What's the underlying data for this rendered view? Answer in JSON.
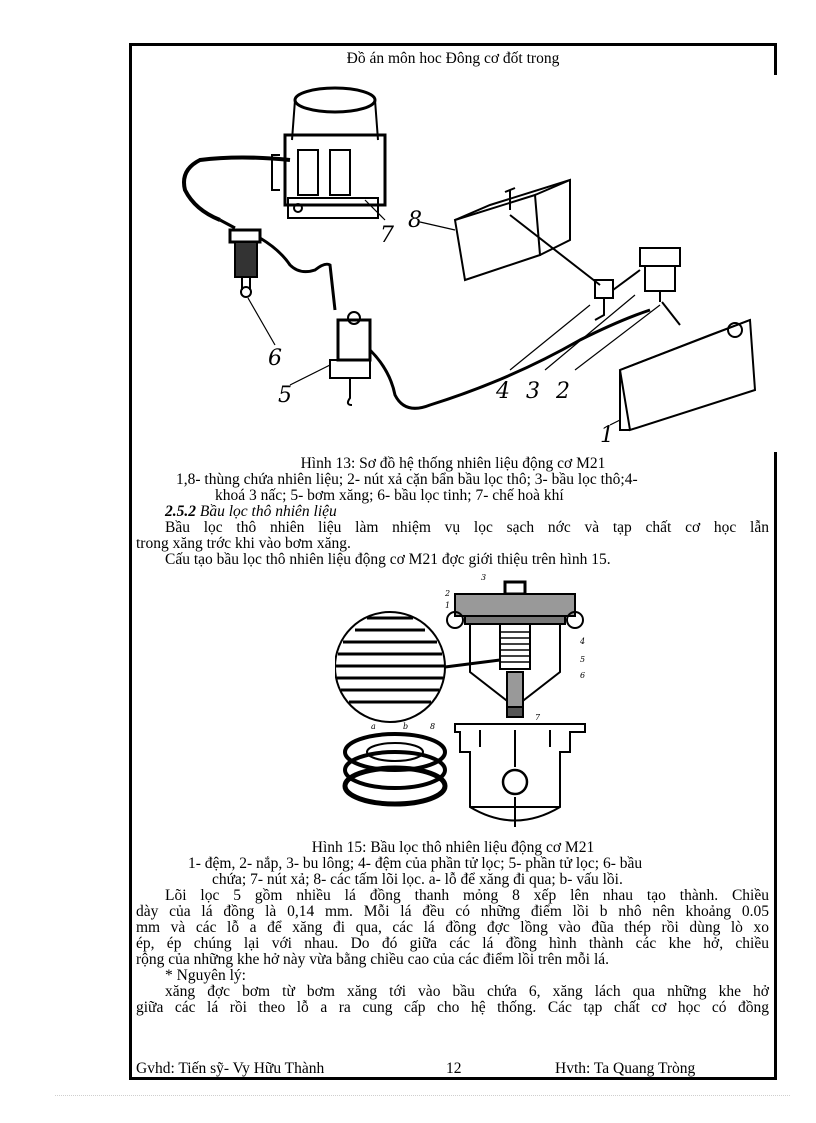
{
  "header": {
    "title": "Đồ án môn hoc  Đông cơ đốt trong"
  },
  "figure13": {
    "callouts": [
      "1",
      "2",
      "3",
      "4",
      "5",
      "6",
      "7",
      "8"
    ],
    "caption": "Hình 13: Sơ đồ hệ thống nhiên liệu động cơ M21",
    "legend_line1": "1,8- thùng chứa nhiên liệu; 2- nút xả cặn bẩn bầu lọc thô; 3- bầu lọc thô;4-",
    "legend_line2": "khoá 3 nấc; 5- bơm xăng; 6- bầu lọc tinh; 7- chế hoà khí"
  },
  "section": {
    "number": "2.5.2",
    "title": "Bầu lọc thô nhiên liệu",
    "para1_line1": "Bầu lọc thô nhiên liệu làm nhiệm vụ lọc sạch nớc  và tạp chất cơ học lẫn",
    "para1_line2": "trong xăng trớc  khi vào bơm xăng.",
    "para2": "Cấu tạo bầu lọc thô nhiên liệu động cơ M21 đợc  giới thiệu trên hình 15."
  },
  "figure15": {
    "callouts": [
      "1",
      "2",
      "3",
      "4",
      "5",
      "6",
      "7",
      "8",
      "a",
      "b"
    ],
    "caption": "Hình 15: Bầu lọc thô nhiên liệu động cơ M21",
    "legend_line1": "1- đệm, 2- nắp, 3- bu lông; 4- đệm của phần tử lọc; 5- phần tử lọc; 6- bầu",
    "legend_line2": "chứa; 7- nút xả; 8- các tấm lõi lọc. a- lỗ để xăng đi qua; b- vấu lồi."
  },
  "body": {
    "para3_lines": [
      "Lõi lọc 5 gồm  nhiều lá đồng thanh mỏng 8 xếp lên nhau tạo thành. Chiều",
      "dày của lá đồng là 0,14 mm. Mỗi lá đều có những điểm lồi b nhô nên khoảng 0.05",
      "mm và các lỗ a để xăng đi qua, các lá đồng đợc  lồng vào đũa thép rồi dùng lò xo",
      "ép, ép chúng lại với nhau. Do đó giữa các lá đồng hình thành các  khe hở, chiều",
      "rộng của những khe hở này vừa bằng chiều cao của các  điểm lồi trên mỗi lá."
    ],
    "principle_label": "* Nguyên lý:",
    "para4_lines": [
      "xăng đợc  bơm từ bơm xăng tới vào  bầu chứa 6, xăng lách qua những khe hở",
      "giữa các lá rồi theo lỗ a ra cung cấp cho hệ thống. Các tạp chất cơ học có đồng"
    ]
  },
  "footer": {
    "advisor": "Gvhd: Tiến sỹ- Vy Hữu Thành",
    "page_number": "12",
    "student": "Hvth: Ta Quang Tròng"
  }
}
